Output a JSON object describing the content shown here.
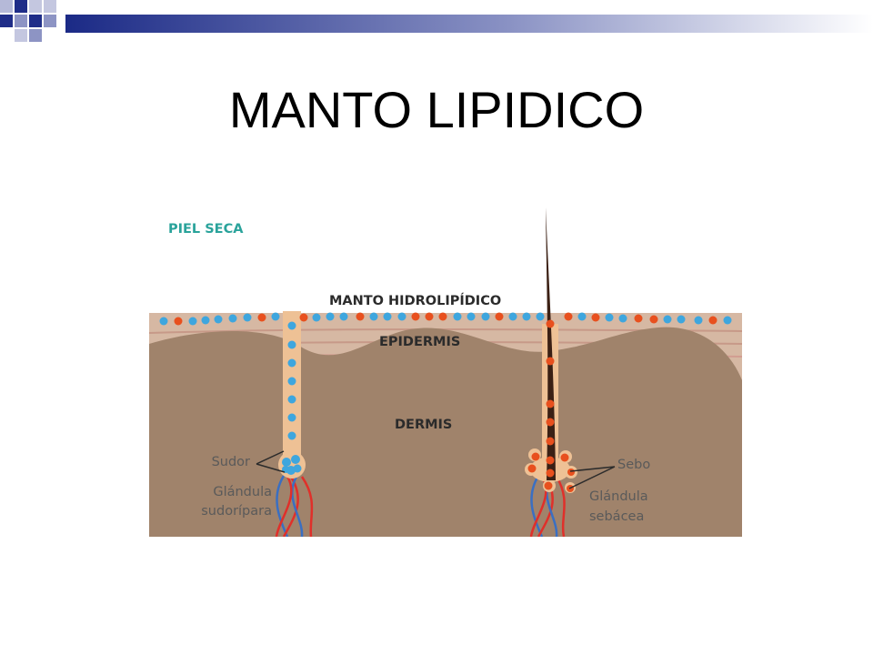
{
  "slide": {
    "title": "MANTO LIPIDICO"
  },
  "diagram": {
    "title": "PIEL SECA",
    "layers": {
      "mantle": "MANTO HIDROLIPÍDICO",
      "epidermis": "EPIDERMIS",
      "dermis": "DERMIS"
    },
    "callouts": {
      "sweat": "Sudor",
      "sweat_gland_1": "Glándula",
      "sweat_gland_2": "sudorípara",
      "sebum": "Sebo",
      "sebaceous_gland_1": "Glándula",
      "sebaceous_gland_2": "sebácea"
    },
    "colors": {
      "title_teal": "#2aa39b",
      "water_blue": "#3ea6de",
      "lipid_orange": "#e8501e",
      "dermis": "#a0836b",
      "epidermis": "#d6b8a3",
      "gland_tan": "#eec195",
      "hair": "#3b2014",
      "vessel_red": "#e0302a",
      "vessel_blue": "#3a6fc2"
    }
  }
}
